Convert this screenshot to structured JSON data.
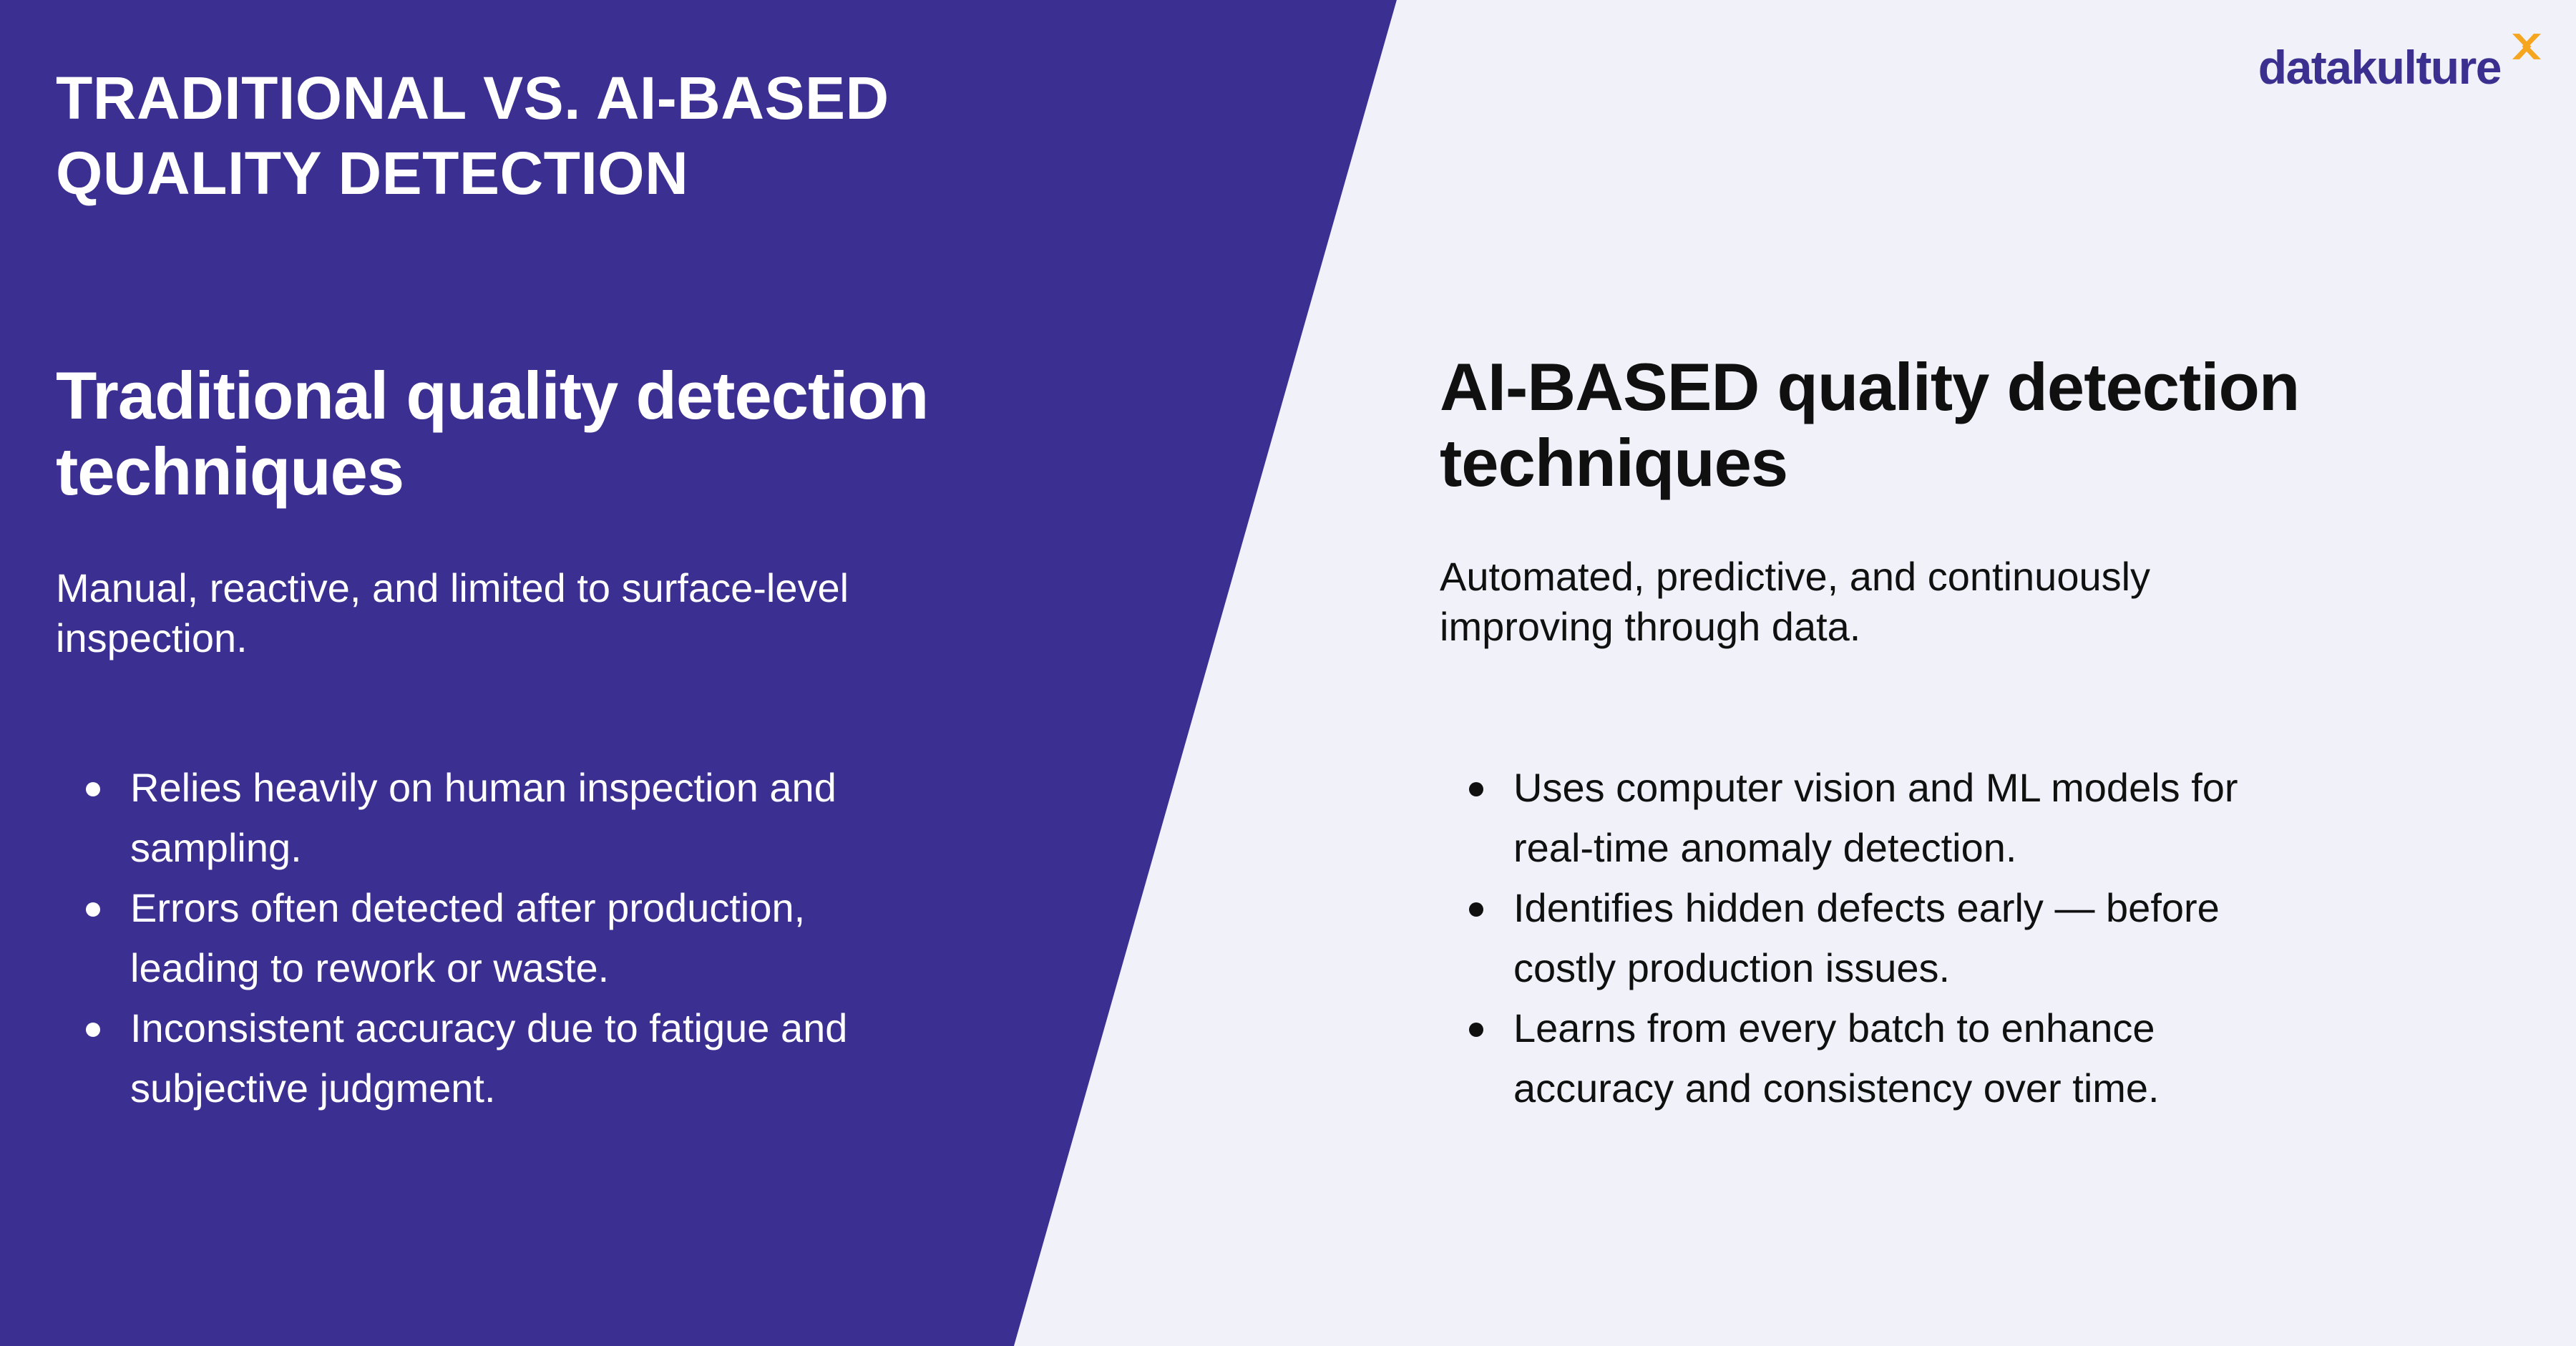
{
  "page": {
    "title": "TRADITIONAL VS. AI-BASED\nQUALITY DETECTION"
  },
  "brand": {
    "wordmark": "datakulture",
    "mark_icon": "orange-x-mark",
    "colors": {
      "panel_purple": "#3B3092",
      "page_light": "#F0F1F9",
      "logo_indigo": "#3B2F8F",
      "accent_orange": "#F6A51F",
      "ink": "#101010",
      "white": "#FFFFFF"
    }
  },
  "traditional": {
    "heading": "Traditional quality detection\ntechniques",
    "description": "Manual, reactive, and limited to surface-level\ninspection.",
    "bullets": [
      "Relies heavily on human inspection and\nsampling.",
      "Errors often detected after production,\nleading to rework or waste.",
      "Inconsistent accuracy due to fatigue and\nsubjective judgment."
    ]
  },
  "ai": {
    "heading": "AI-BASED quality detection\ntechniques",
    "description": "Automated, predictive, and continuously\nimproving through data.",
    "bullets": [
      "Uses computer vision and ML models for\nreal-time anomaly detection.",
      "Identifies hidden defects early — before\ncostly production issues.",
      "Learns from every batch to enhance\naccuracy and consistency over time."
    ]
  }
}
